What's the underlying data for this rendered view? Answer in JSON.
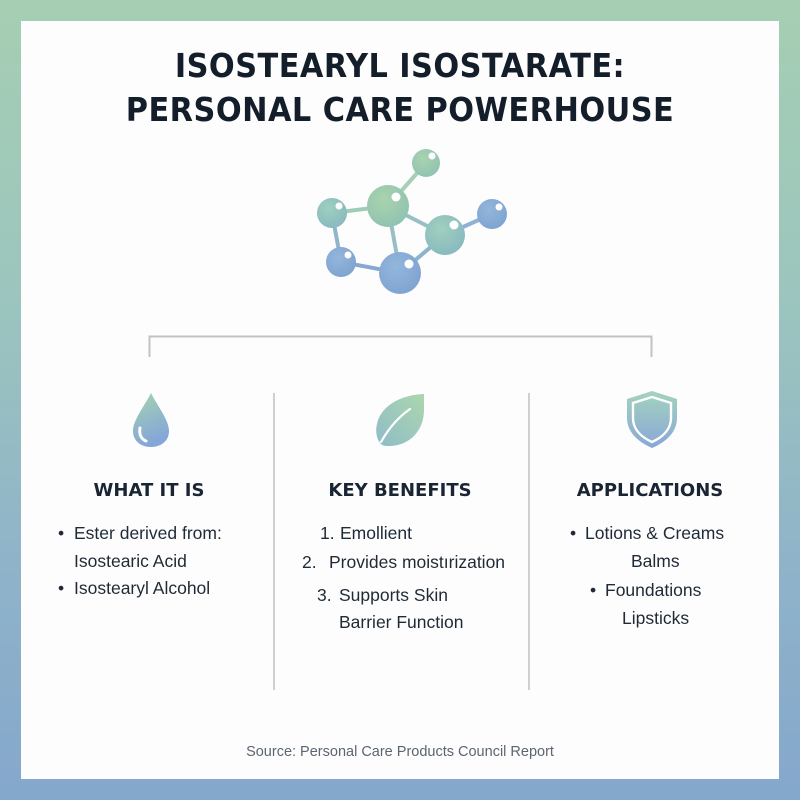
{
  "title": {
    "line1": "ISOSTEARYL ISOSTARATE:",
    "line2": "PERSONAL CARE POWERHOUSE"
  },
  "colors": {
    "frame_top": "#a6ceb3",
    "frame_bottom": "#84a7cc",
    "icon_green": "#a3d2b0",
    "icon_blue": "#86a9d6",
    "text_dark": "#1a2533",
    "divider": "#bcbcbc"
  },
  "hero_icon": "molecule-icon",
  "columns": [
    {
      "icon": "water-drop-icon",
      "heading": "WHAT IT IS",
      "lines": [
        {
          "bullet": "•",
          "text": "Ester derived from:"
        },
        {
          "bullet": "",
          "text": "Isostearic Acid"
        },
        {
          "bullet": "•",
          "text": "Isostearyl Alcohol"
        }
      ]
    },
    {
      "icon": "leaf-icon",
      "heading": "KEY BENEFITS",
      "lines": [
        {
          "bullet": "1.",
          "text": "Emollient"
        },
        {
          "bullet": "2.",
          "text": "Provides moistırization"
        },
        {
          "bullet": "3.",
          "text": "Supports Skin"
        },
        {
          "bullet": "",
          "text": "Barrier Function"
        }
      ]
    },
    {
      "icon": "shield-icon",
      "heading": "APPLICATIONS",
      "lines": [
        {
          "bullet": "•",
          "text": "Lotions & Creams"
        },
        {
          "bullet": "",
          "text": "Balms"
        },
        {
          "bullet": "•",
          "text": "Foundations"
        },
        {
          "bullet": "",
          "text": "Lipsticks"
        }
      ]
    }
  ],
  "source": "Source: Personal Care Products Council Report"
}
